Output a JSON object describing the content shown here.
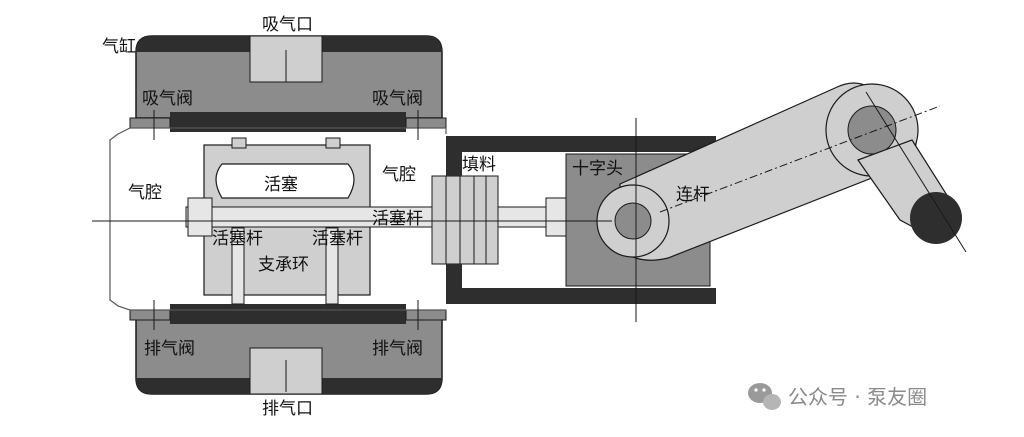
{
  "labels": {
    "cylinder": "气缸",
    "suction_port": "吸气口",
    "suction_valve_left": "吸气阀",
    "suction_valve_right": "吸气阀",
    "chamber_left": "气腔",
    "piston": "活塞",
    "chamber_right": "气腔",
    "packing": "填料",
    "crosshead": "十字头",
    "connecting_rod": "连杆",
    "piston_rod_left": "活塞杆",
    "piston_rod_mid": "活塞杆",
    "piston_rod_right": "活塞杆",
    "support_ring": "支承环",
    "discharge_valve_left": "排气阀",
    "discharge_valve_right": "排气阀",
    "discharge_port": "排气口"
  },
  "watermark": {
    "text": "公众号 · 泵友圈"
  },
  "colors": {
    "dark": "#2e2e2e",
    "medium_gray": "#8c8c8c",
    "light_gray": "#cfcfcf",
    "pale_gray": "#e6e6e6",
    "line": "#1a1a1a",
    "white": "#ffffff"
  }
}
